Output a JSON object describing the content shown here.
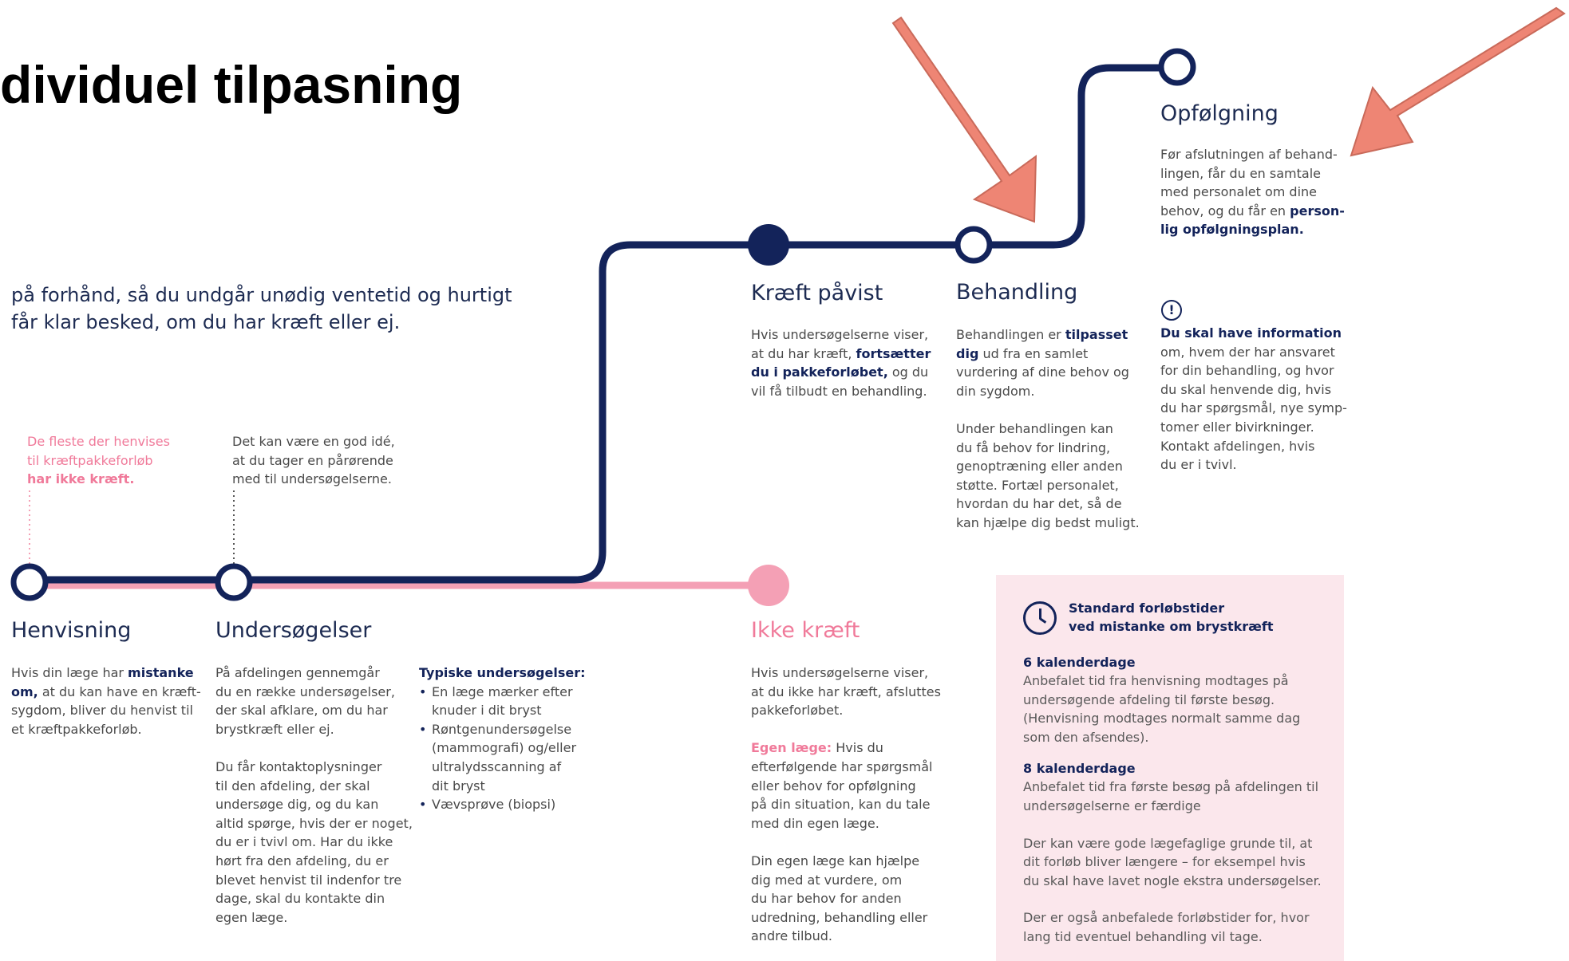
{
  "title": "dividuel tilpasning",
  "intro": {
    "line1": "på forhånd, så du undgår unødig ventetid og hurtigt",
    "line2": "får klar besked, om du har kræft eller ej."
  },
  "notes": {
    "pink": {
      "l1": "De fleste der henvises",
      "l2": "til kræftpakkeforløb",
      "l3": "har ikke kræft."
    },
    "grey": {
      "l1": "Det kan være en god idé,",
      "l2": "at du tager en pårørende",
      "l3": "med til undersøgelserne."
    }
  },
  "stages": {
    "henvisning": {
      "title": "Henvisning",
      "t1": "Hvis din læge har ",
      "t1b": "mistanke",
      "t2b": "om,",
      "t2": " at du kan have en kræft-",
      "t3": "sygdom, bliver du henvist til",
      "t4": "et kræftpakkeforløb."
    },
    "undersogelser": {
      "title": "Undersøgelser",
      "p1": [
        "På afdelingen gennemgår",
        "du en række undersøgelser,",
        "der skal afklare, om du har",
        "brystkræft eller ej."
      ],
      "p2": [
        "Du får kontaktoplysninger",
        "til den afdeling, der skal",
        "undersøge dig, og du kan",
        "altid spørge, hvis der er noget,",
        "du er i tvivl om. Har du ikke",
        "hørt fra den afdeling, du er",
        "blevet henvist til indenfor tre",
        "dage, skal du kontakte din",
        "egen læge."
      ],
      "list_title": "Typiske undersøgelser:",
      "items": [
        {
          "l1": "En læge mærker efter",
          "l2": "knuder i dit bryst"
        },
        {
          "l1": "Røntgenundersøgelse",
          "l2": "(mammografi) og/eller",
          "l3": "ultralydsscanning af",
          "l4": "dit bryst"
        },
        {
          "l1": "Vævsprøve (biopsi)"
        }
      ]
    },
    "ikke_kraeft": {
      "title": "Ikke kræft",
      "p1": [
        "Hvis undersøgelserne viser,",
        "at du ikke har kræft, afsluttes",
        "pakkeforløbet."
      ],
      "egen_label": "Egen læge:",
      "p2a": " Hvis du",
      "p2": [
        "efterfølgende har spørgsmål",
        "eller behov for opfølgning",
        "på din situation, kan du tale",
        "med din egen læge."
      ],
      "p3": [
        "Din egen læge kan hjælpe",
        "dig med at vurdere, om",
        "du har behov for anden",
        "udredning, behandling eller",
        "andre tilbud."
      ]
    },
    "kraeft_pavist": {
      "title": "Kræft påvist",
      "l1": "Hvis undersøgelserne viser,",
      "l2": "at du har kræft, ",
      "l2b": "fortsætter",
      "l3b": "du i pakkeforløbet,",
      "l3": " og du",
      "l4": "vil få tilbudt en behandling."
    },
    "behandling": {
      "title": "Behandling",
      "l1": "Behandlingen er ",
      "l1b": "tilpasset",
      "l2b": "dig",
      "l2": " ud fra en samlet",
      "l3": "vurdering af dine behov og",
      "l4": "din sygdom.",
      "p2": [
        "Under behandlingen kan",
        "du få behov for lindring,",
        "genoptræning eller anden",
        "støtte. Fortæl personalet,",
        "hvordan du har det, så de",
        "kan hjælpe dig bedst muligt."
      ]
    },
    "opfolgning": {
      "title": "Opfølgning",
      "l1": "Før afslutningen af behand-",
      "l2": "lingen, får du en samtale",
      "l3": "med personalet om dine",
      "l4": "behov, og du får en ",
      "l4b": "person-",
      "l5b": "lig opfølgningsplan."
    }
  },
  "info": {
    "icon_text": "!",
    "head": "Du skal have information",
    "lines": [
      "om, hvem der har ansvaret",
      "for din behandling, og hvor",
      "du skal henvende dig, hvis",
      "du har spørgsmål, nye symp-",
      "tomer eller bivirkninger.",
      "Kontakt afdelingen, hvis",
      "du er i tvivl."
    ]
  },
  "standard_box": {
    "title1": "Standard forløbstider",
    "title2": "ved mistanke om brystkræft",
    "d1_head": "6 kalenderdage",
    "d1": [
      "Anbefalet tid fra henvisning modtages på",
      "undersøgende afdeling til første besøg.",
      "(Henvisning modtages normalt samme dag",
      "som den afsendes)."
    ],
    "d2_head": "8 kalenderdage",
    "d2": [
      "Anbefalet tid fra første besøg på afdelingen til",
      "undersøgelserne er færdige"
    ],
    "p3": [
      "Der kan være gode lægefaglige grunde til, at",
      "dit forløb bliver længere – for eksempel hvis",
      "du skal have lavet nogle ekstra undersøgelser."
    ],
    "p4": [
      "Der er også anbefalede forløbstider for,  hvor",
      "lang tid eventuel behandling vil tage."
    ]
  },
  "colors": {
    "navy": "#13235a",
    "pink": "#f4a0b5",
    "pink_text": "#f07a9a",
    "arrow": "#ee8574",
    "box_bg": "#fbe7ec"
  }
}
